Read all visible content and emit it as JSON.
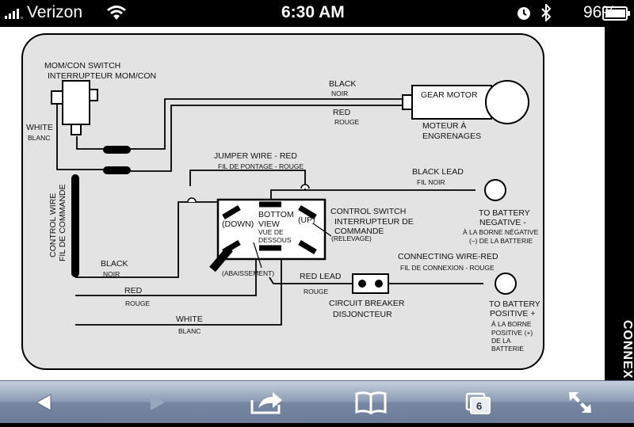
{
  "status": {
    "carrier": "Verizon",
    "time": "6:30 AM",
    "battery": "96%"
  },
  "side_label": "CONNEX",
  "tabs_count": "6",
  "diagram": {
    "momcon_en": "MOM/CON SWITCH",
    "momcon_fr": "INTERRUPTEUR MOM/CON",
    "white_top_en": "WHITE",
    "white_top_fr": "BLANC",
    "control_wire_en": "CONTROL WIRE",
    "control_wire_fr": "FIL DE COMMANDE",
    "black_top_en": "BLACK",
    "black_top_fr": "NOIR",
    "red_top_en": "RED",
    "red_top_fr": "ROUGE",
    "gear_motor": "GEAR MOTOR",
    "moteur1": "MOTEUR À",
    "moteur2": "ENGRENAGES",
    "jumper_en": "JUMPER WIRE - RED",
    "jumper_fr": "FIL DE PONTAGE - ROUGE",
    "black_lead_en": "BLACK LEAD",
    "black_lead_fr": "FIL NOIR",
    "to_neg1": "TO BATTERY",
    "to_neg2": "NEGATIVE -",
    "neg_fr1": "À LA BORNE NÉGATIVE",
    "neg_fr2": "(–) DE LA BATTERIE",
    "down_en": "(DOWN)",
    "down_fr": "(ABAISSEMENT)",
    "bottom_view1": "BOTTOM",
    "bottom_view2": "VIEW",
    "vue1": "VUE DE",
    "vue2": "DESSOUS",
    "up_en": "(UP)",
    "up_fr": "(RELEVAGE)",
    "control_switch_en": "CONTROL SWITCH",
    "control_switch_fr1": "INTERRUPTEUR DE",
    "control_switch_fr2": "COMMANDE",
    "connecting_en": "CONNECTING WIRE-RED",
    "connecting_fr": "FIL DE CONNEXION - ROUGE",
    "black_mid_en": "BLACK",
    "black_mid_fr": "NOIR",
    "red_mid_en": "RED",
    "red_mid_fr": "ROUGE",
    "red_lead_en": "RED LEAD",
    "red_lead_fr": "ROUGE",
    "breaker_en": "CIRCUIT BREAKER",
    "breaker_fr": "DISJONCTEUR",
    "to_pos1": "TO BATTERY",
    "to_pos2": "POSITIVE +",
    "pos_fr1": "À LA BORNE",
    "pos_fr2": "POSITIVE (+)",
    "pos_fr3": "DE LA",
    "pos_fr4": "BATTERIE",
    "white_bottom_en": "WHITE",
    "white_bottom_fr": "BLANC"
  }
}
